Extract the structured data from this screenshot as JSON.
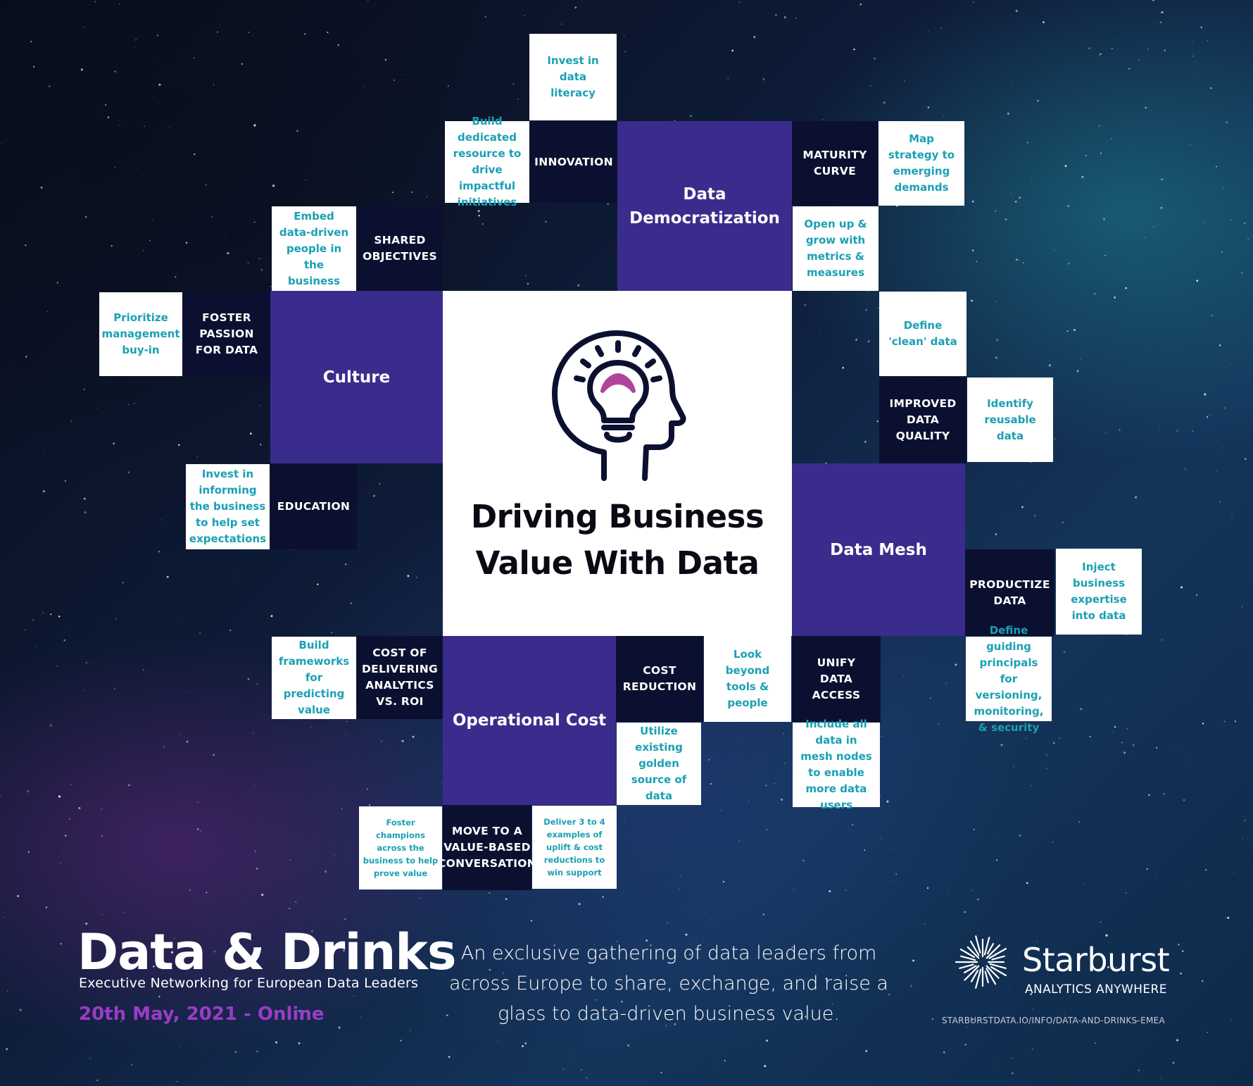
{
  "center": {
    "title_line1": "Driving Business",
    "title_line2": "Value With Data"
  },
  "pillars": {
    "data_democratization": "Data Democratization",
    "culture": "Culture",
    "data_mesh": "Data Mesh",
    "operational_cost": "Operational Cost"
  },
  "topics": {
    "innovation": "INNOVATION",
    "maturity_curve": "MATURITY CURVE",
    "shared_objectives": "SHARED OBJECTIVES",
    "foster_passion": "FOSTER PASSION FOR DATA",
    "education": "EDUCATION",
    "improved_data_quality": "IMPROVED DATA QUALITY",
    "productize_data": "PRODUCTIZE DATA",
    "cost_of_delivering": "COST OF DELIVERING ANALYTICS VS. ROI",
    "cost_reduction": "COST REDUCTION",
    "unify_data_access": "UNIFY DATA ACCESS",
    "move_to_value": "MOVE TO A VALUE-BASED CONVERSATION"
  },
  "notes": {
    "invest_data_literacy": "Invest in data literacy",
    "build_dedicated_resource": "Build dedicated resource to drive impactful initiatives",
    "map_strategy": "Map strategy to emerging demands",
    "open_up_grow": "Open up & grow with metrics & measures",
    "embed_data_driven": "Embed data-driven people in the business",
    "prioritize_management": "Prioritize management buy-in",
    "invest_in_informing": "Invest in informing the business to help set expectations",
    "define_clean_data": "Define 'clean' data",
    "identify_reusable": "Identify reusable data",
    "inject_expertise": "Inject business expertise into data",
    "define_guiding_principals": "Define guiding principals for versioning, monitoring, & security",
    "build_frameworks": "Build frameworks for predicting value",
    "look_beyond": "Look beyond tools & people",
    "utilize_golden_source": "Utilize existing golden source of data",
    "include_all_data": "Include all data in mesh nodes to enable more data users",
    "foster_champions": "Foster champions across the business to help prove value",
    "deliver_examples": "Deliver 3 to 4 examples of uplift & cost reductions to win support"
  },
  "footer": {
    "event_title": "Data & Drinks",
    "event_subtitle": "Executive Networking for European Data Leaders",
    "event_date": "20th May, 2021 - Online",
    "tagline": "An exclusive gathering of data leaders from across Europe to share, exchange, and raise a glass to data-driven business value.",
    "brand_name": "Starburst",
    "brand_tagline": "ANALYTICS ANYWHERE",
    "url": "STARBURSTDATA.IO/INFO/DATA-AND-DRINKS-EMEA"
  },
  "colors": {
    "pillar_purple": "#3a2c8c",
    "topic_navy": "#0c1030",
    "note_teal": "#1aa0b4",
    "date_purple": "#9a3cc8",
    "bulb_magenta": "#b0449c"
  },
  "icons": {
    "center": "head-lightbulb-icon",
    "brand": "starburst-logo-icon"
  }
}
